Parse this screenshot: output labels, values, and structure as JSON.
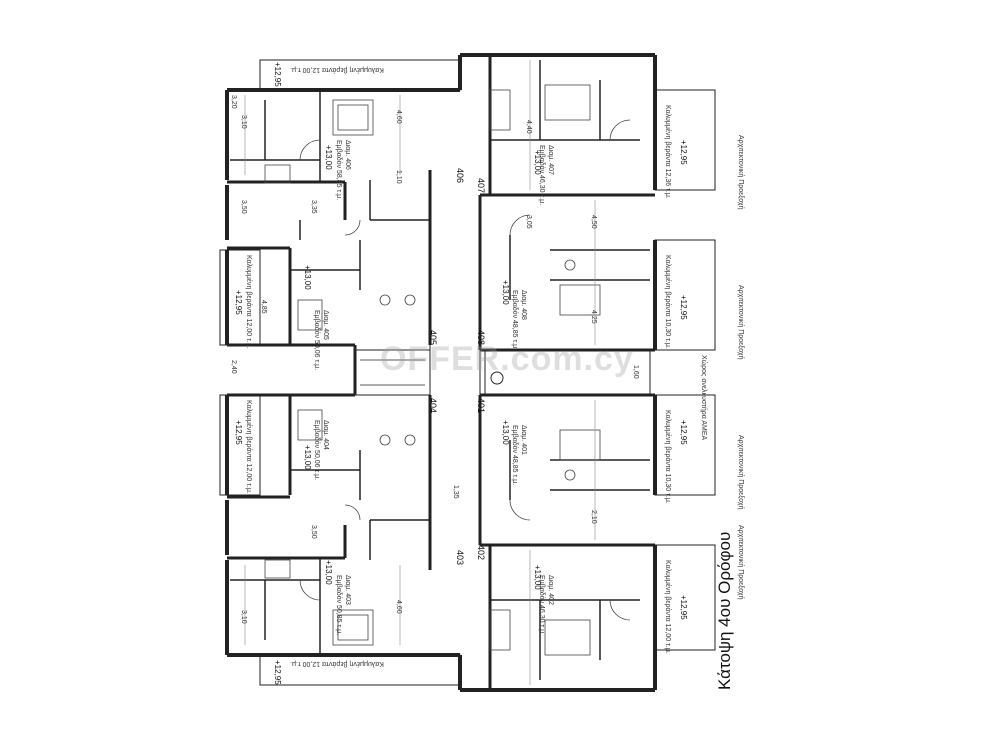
{
  "title": "Κάτοψη 4ου Ορόφου",
  "watermark": "OFFER.com.cy",
  "units": [
    {
      "num": "406",
      "label": "Διαμ. 406",
      "area": "Εμβαδόν 58,85 τ.μ.",
      "level": "+13,00"
    },
    {
      "num": "405",
      "label": "Διαμ. 405",
      "area": "Εμβαδόν 50,06 τ.μ.",
      "level": "+13,00"
    },
    {
      "num": "404",
      "label": "Διαμ. 404",
      "area": "Εμβαδόν 50,06 τ.μ.",
      "level": "+13,00"
    },
    {
      "num": "403",
      "label": "Διαμ. 403",
      "area": "Εμβαδόν 50,85 τ.μ.",
      "level": "+13,00"
    },
    {
      "num": "407",
      "label": "Διαμ. 407",
      "area": "Εμβαδόν 46,30 τ.μ.",
      "level": "+13,00"
    },
    {
      "num": "408",
      "label": "Διαμ. 408",
      "area": "Εμβαδόν 48,85 τ.μ.",
      "level": "+13,00"
    },
    {
      "num": "401",
      "label": "Διαμ. 401",
      "area": "Εμβαδόν 48,85 τ.μ.",
      "level": "+13,00"
    },
    {
      "num": "402",
      "label": "Διαμ. 402",
      "area": "Εμβαδόν 46,30 τ.μ.",
      "level": "+13,00"
    }
  ],
  "verandas": {
    "v406_top": "Καλυμμένη βεράντα 12,00 τ.μ.",
    "v405": "Καλυμμένη βεράντα 12,00 τ.μ.",
    "v404": "Καλυμμένη βεράντα 12,00 τ.μ.",
    "v403_bottom": "Καλυμμένη βεράντα 12,00 τ.μ.",
    "v407": "Καλυμμένη βεράντα 12,36 τ.μ.",
    "v408": "Καλυμμένη βεράντα 10,30 τ.μ.",
    "v401": "Καλυμμένη βεράντα 10,30 τ.μ.",
    "v402": "Καλυμμένη βεράντα 12,00 τ.μ."
  },
  "veranda_level": "+12,95",
  "arch_projection": "Αρχιτεκτονική Προεξοχή",
  "lift_label": "Χώρος ανελκυστήρα ΑΜΕΑ",
  "dims": [
    "3,10",
    "3,20",
    "4,60",
    "3,50",
    "3,35",
    "4,85",
    "4,60",
    "3,10",
    "4,40",
    "4,50",
    "3,05",
    "4,25",
    "1,10",
    "2,40",
    "1,35",
    "3,50",
    "1,60",
    "2,10"
  ]
}
